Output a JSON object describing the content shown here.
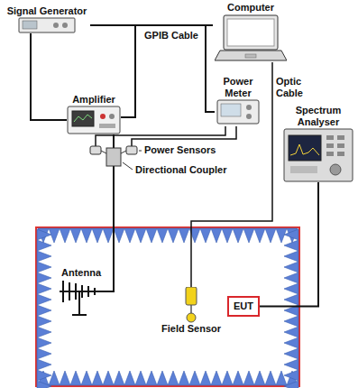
{
  "diagram": {
    "nodes": [
      {
        "text": [
          "Computer"
        ]
      },
      {
        "text": [
          "Signal Generator"
        ]
      },
      {
        "text": [
          "Power Meter"
        ]
      },
      {
        "text": [
          "Amplifier"
        ]
      },
      {
        "text": [
          "Spectrum Analyser"
        ]
      },
      {
        "text": [
          "Antenna"
        ]
      },
      {
        "text": [
          "Field Sensor"
        ]
      },
      {
        "text": [
          "EUT"
        ]
      }
    ],
    "edges": [
      {
        "from": 1,
        "to": 3,
        "arrow": "none"
      },
      {
        "from": 1,
        "to": 0,
        "arrow": "none"
      },
      {
        "from": 3,
        "to": 0,
        "arrow": "none"
      },
      {
        "from": 2,
        "to": 0,
        "arrow": "none"
      },
      {
        "from": 3,
        "to": 5,
        "arrow": "none"
      },
      {
        "from": 6,
        "to": 0,
        "arrow": "none"
      },
      {
        "from": 7,
        "to": 4,
        "arrow": "none"
      }
    ],
    "labels": [
      "GPIB Cable",
      "Optic Cable",
      "Power Sensors",
      "Directional Coupler"
    ]
  }
}
